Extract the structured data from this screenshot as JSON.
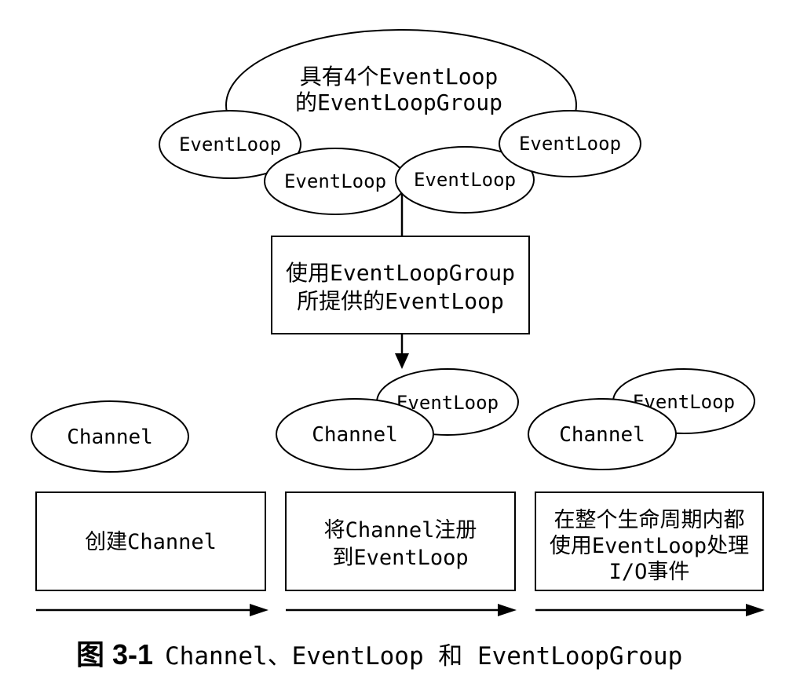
{
  "colors": {
    "stroke": "#000000",
    "background": "#ffffff",
    "text": "#000000"
  },
  "figure": {
    "top_group": {
      "label_line1": "具有4个EventLoop",
      "label_line2": "的EventLoopGroup",
      "eventloops": [
        "EventLoop",
        "EventLoop",
        "EventLoop",
        "EventLoop"
      ]
    },
    "provide_box": {
      "line1": "使用EventLoopGroup",
      "line2": "所提供的EventLoop"
    },
    "columns": {
      "left": {
        "channel": "Channel",
        "box_line1": "创建Channel"
      },
      "middle": {
        "channel": "Channel",
        "eventloop": "EventLoop",
        "box_line1": "将Channel注册",
        "box_line2": "到EventLoop"
      },
      "right": {
        "channel": "Channel",
        "eventloop": "EventLoop",
        "box_line1": "在整个生命周期内都",
        "box_line2": "使用EventLoop处理",
        "box_line3": "I/O事件"
      }
    },
    "caption": {
      "label": "图 3-1",
      "title": "Channel、EventLoop 和 EventLoopGroup"
    }
  }
}
